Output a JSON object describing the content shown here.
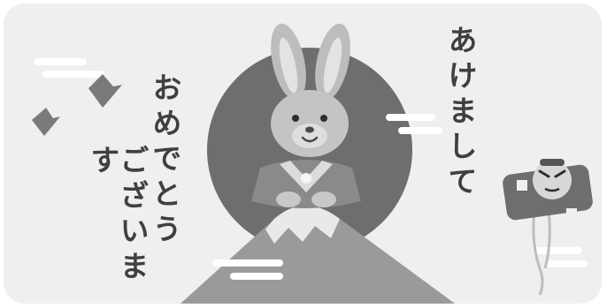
{
  "greeting": {
    "line1": "あけまして",
    "line2": "おめでとう",
    "line3": "ございます"
  },
  "colors": {
    "background": "#efefef",
    "sun": "#6e6e6e",
    "mountain": "#9a9a9a",
    "snow": "#e9e9e9",
    "text": "#3f3f3f"
  },
  "icons": {
    "sun": "sun-disc",
    "rabbit": "rabbit-in-kimono",
    "mountain": "mount-fuji",
    "kite": "yakko-kite",
    "birds": "flying-birds",
    "clouds": "mist-clouds"
  }
}
